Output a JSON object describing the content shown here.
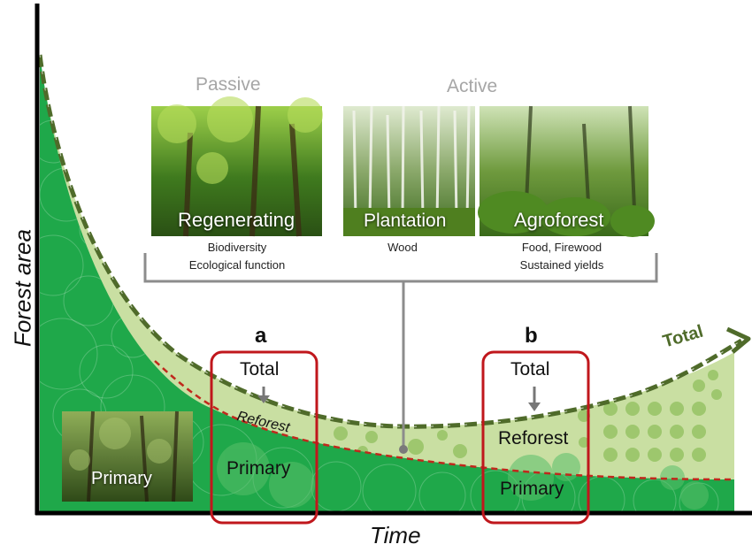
{
  "axes": {
    "ylabel": "Forest area",
    "xlabel": "Time"
  },
  "headers": {
    "passive": "Passive",
    "active": "Active"
  },
  "photos": {
    "regenerating": {
      "title": "Regenerating",
      "caption_1": "Biodiversity",
      "caption_2": "Ecological function"
    },
    "plantation": {
      "title": "Plantation",
      "caption_1": "Wood"
    },
    "agroforest": {
      "title": "Agroforest",
      "caption_1": "Food, Firewood",
      "caption_2": "Sustained yields"
    },
    "primary": {
      "title": "Primary"
    }
  },
  "box_a": {
    "letter": "a",
    "total": "Total",
    "reforest": "Reforest",
    "primary": "Primary"
  },
  "box_b": {
    "letter": "b",
    "total": "Total",
    "reforest": "Reforest",
    "primary": "Primary"
  },
  "total_curve_label": "Total",
  "colors": {
    "primary_fill": "#1fa84a",
    "reforest_fill": "#c9dfa2",
    "total_line": "#4f6b2a",
    "primary_line": "#c0281c",
    "box_outline": "#c0171c",
    "bracket": "#8c8c8c"
  }
}
